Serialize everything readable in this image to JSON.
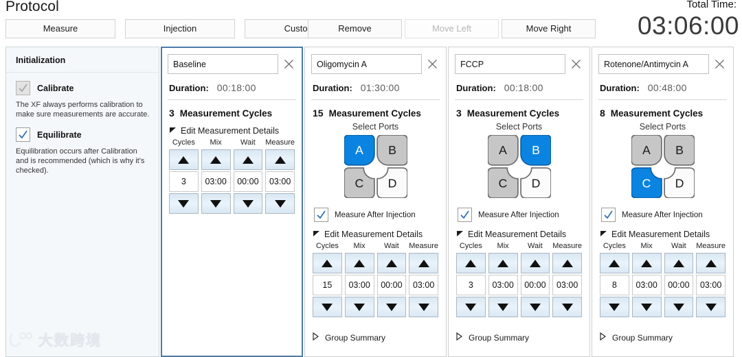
{
  "header": {
    "title": "Protocol",
    "total_time_label": "Total Time:",
    "total_time_value": "03:06:00"
  },
  "toolbar": {
    "left_buttons": [
      {
        "label": "Measure",
        "disabled": false
      },
      {
        "label": "Injection",
        "disabled": false
      },
      {
        "label": "Custom",
        "disabled": false
      }
    ],
    "right_buttons": [
      {
        "label": "Remove",
        "disabled": false
      },
      {
        "label": "Move Left",
        "disabled": true
      },
      {
        "label": "Move Right",
        "disabled": false
      }
    ]
  },
  "initialization": {
    "title": "Initialization",
    "calibrate": {
      "label": "Calibrate",
      "checked": true,
      "disabled": true,
      "description": "The XF always performs calibration to make sure measurements are accurate."
    },
    "equilibrate": {
      "label": "Equilibrate",
      "checked": true,
      "disabled": false,
      "description": "Equilibration occurs after Calibration and is recommended (which is why it's checked)."
    }
  },
  "grid_headers": [
    "Cycles",
    "Mix",
    "Wait",
    "Measure"
  ],
  "labels": {
    "duration_key": "Duration:",
    "cycles_text": "Measurement Cycles",
    "select_ports": "Select Ports",
    "measure_after_injection": "Measure After Injection",
    "edit_measurement_details": "Edit Measurement Details",
    "group_summary": "Group Summary"
  },
  "colors": {
    "accent_blue": "#0a84e0",
    "selected_border": "#4a7ba7",
    "spinner_fill": "#dce9f5",
    "port_gray": "#c6c6c6",
    "port_white": "#fbfbfb"
  },
  "groups": [
    {
      "name": "Baseline",
      "selected": true,
      "duration": "00:18:00",
      "cycles_count": "3",
      "has_ports": false,
      "ports": [],
      "selected_port": null,
      "measure_after_injection": null,
      "details_expanded": true,
      "values": [
        "3",
        "03:00",
        "00:00",
        "03:00"
      ],
      "has_group_summary": false
    },
    {
      "name": "Oligomycin A",
      "selected": false,
      "duration": "01:30:00",
      "cycles_count": "15",
      "has_ports": true,
      "ports": [
        "A",
        "B",
        "C",
        "D"
      ],
      "selected_port": "A",
      "measure_after_injection": true,
      "details_expanded": true,
      "values": [
        "15",
        "03:00",
        "00:00",
        "03:00"
      ],
      "has_group_summary": true
    },
    {
      "name": "FCCP",
      "selected": false,
      "duration": "00:18:00",
      "cycles_count": "3",
      "has_ports": true,
      "ports": [
        "A",
        "B",
        "C",
        "D"
      ],
      "selected_port": "B",
      "measure_after_injection": true,
      "details_expanded": true,
      "values": [
        "3",
        "03:00",
        "00:00",
        "03:00"
      ],
      "has_group_summary": true
    },
    {
      "name": "Rotenone/Antimycin A",
      "selected": false,
      "duration": "00:48:00",
      "cycles_count": "8",
      "has_ports": true,
      "ports": [
        "A",
        "B",
        "C",
        "D"
      ],
      "selected_port": "C",
      "measure_after_injection": true,
      "details_expanded": true,
      "values": [
        "8",
        "03:00",
        "00:00",
        "03:00"
      ],
      "has_group_summary": true
    }
  ],
  "watermark": {
    "text": "大数跨境"
  }
}
